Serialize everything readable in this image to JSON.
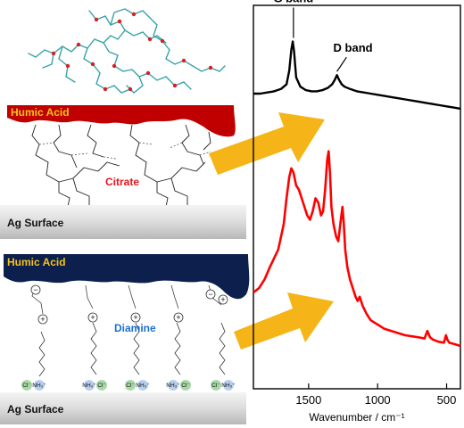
{
  "scheme": {
    "top": {
      "coating_label": "Humic Acid",
      "linker_label": "Citrate",
      "substrate_label": "Ag Surface",
      "coating_color": "#c00000",
      "linker_label_color": "#e8151b"
    },
    "bottom": {
      "coating_label": "Humic Acid",
      "linker_label": "Diamine",
      "substrate_label": "Ag Surface",
      "coating_color": "#0c1f4d",
      "linker_label_color": "#1a6fd1",
      "counterion": "Cl⁻",
      "ammonium": "NH₃⁺",
      "charge_plus": "+",
      "charge_minus": "−"
    },
    "label_color": "#f4c31b",
    "arrow_color": "#f5b417"
  },
  "chart_data": {
    "type": "line",
    "xlabel": "Wavenumber / cm⁻¹",
    "ylabel": "",
    "xlim": [
      1900,
      400
    ],
    "xticks": [
      1500,
      1000,
      500
    ],
    "series": [
      {
        "color": "#000000",
        "x": [
          1900,
          1850,
          1800,
          1750,
          1700,
          1660,
          1640,
          1625,
          1615,
          1605,
          1590,
          1560,
          1520,
          1480,
          1440,
          1400,
          1360,
          1330,
          1310,
          1295,
          1280,
          1260,
          1240,
          1200,
          1150,
          1100,
          1050,
          1000,
          950,
          900,
          850,
          800,
          750,
          700,
          650,
          600,
          550,
          500,
          450,
          400
        ],
        "y": [
          0.5,
          0.5,
          0.51,
          0.52,
          0.54,
          0.58,
          0.7,
          0.88,
          0.95,
          0.86,
          0.64,
          0.56,
          0.53,
          0.52,
          0.52,
          0.53,
          0.55,
          0.58,
          0.62,
          0.66,
          0.62,
          0.58,
          0.56,
          0.54,
          0.52,
          0.51,
          0.5,
          0.49,
          0.48,
          0.47,
          0.46,
          0.45,
          0.44,
          0.43,
          0.42,
          0.41,
          0.4,
          0.39,
          0.38,
          0.37
        ]
      },
      {
        "color": "#ff0000",
        "x": [
          1900,
          1860,
          1820,
          1780,
          1750,
          1720,
          1700,
          1680,
          1660,
          1640,
          1625,
          1610,
          1590,
          1570,
          1550,
          1530,
          1510,
          1490,
          1470,
          1450,
          1430,
          1410,
          1395,
          1380,
          1365,
          1355,
          1345,
          1335,
          1320,
          1300,
          1285,
          1270,
          1255,
          1245,
          1235,
          1220,
          1200,
          1180,
          1160,
          1145,
          1130,
          1110,
          1080,
          1050,
          1000,
          950,
          900,
          850,
          800,
          750,
          700,
          660,
          640,
          620,
          600,
          560,
          520,
          505,
          495,
          480,
          450,
          400
        ],
        "y": [
          0.3,
          0.32,
          0.36,
          0.42,
          0.46,
          0.5,
          0.56,
          0.62,
          0.74,
          0.84,
          0.88,
          0.86,
          0.8,
          0.78,
          0.74,
          0.7,
          0.66,
          0.64,
          0.68,
          0.74,
          0.72,
          0.66,
          0.68,
          0.78,
          0.92,
          0.96,
          0.86,
          0.7,
          0.62,
          0.56,
          0.54,
          0.62,
          0.7,
          0.62,
          0.5,
          0.42,
          0.36,
          0.32,
          0.28,
          0.26,
          0.28,
          0.24,
          0.2,
          0.17,
          0.15,
          0.13,
          0.12,
          0.11,
          0.1,
          0.095,
          0.09,
          0.085,
          0.12,
          0.09,
          0.08,
          0.07,
          0.065,
          0.1,
          0.08,
          0.065,
          0.06,
          0.05
        ]
      }
    ],
    "annotations": [
      {
        "text": "G band",
        "x": 1610,
        "y": 0.95
      },
      {
        "text": "D band",
        "x": 1295,
        "y": 0.66
      }
    ]
  }
}
